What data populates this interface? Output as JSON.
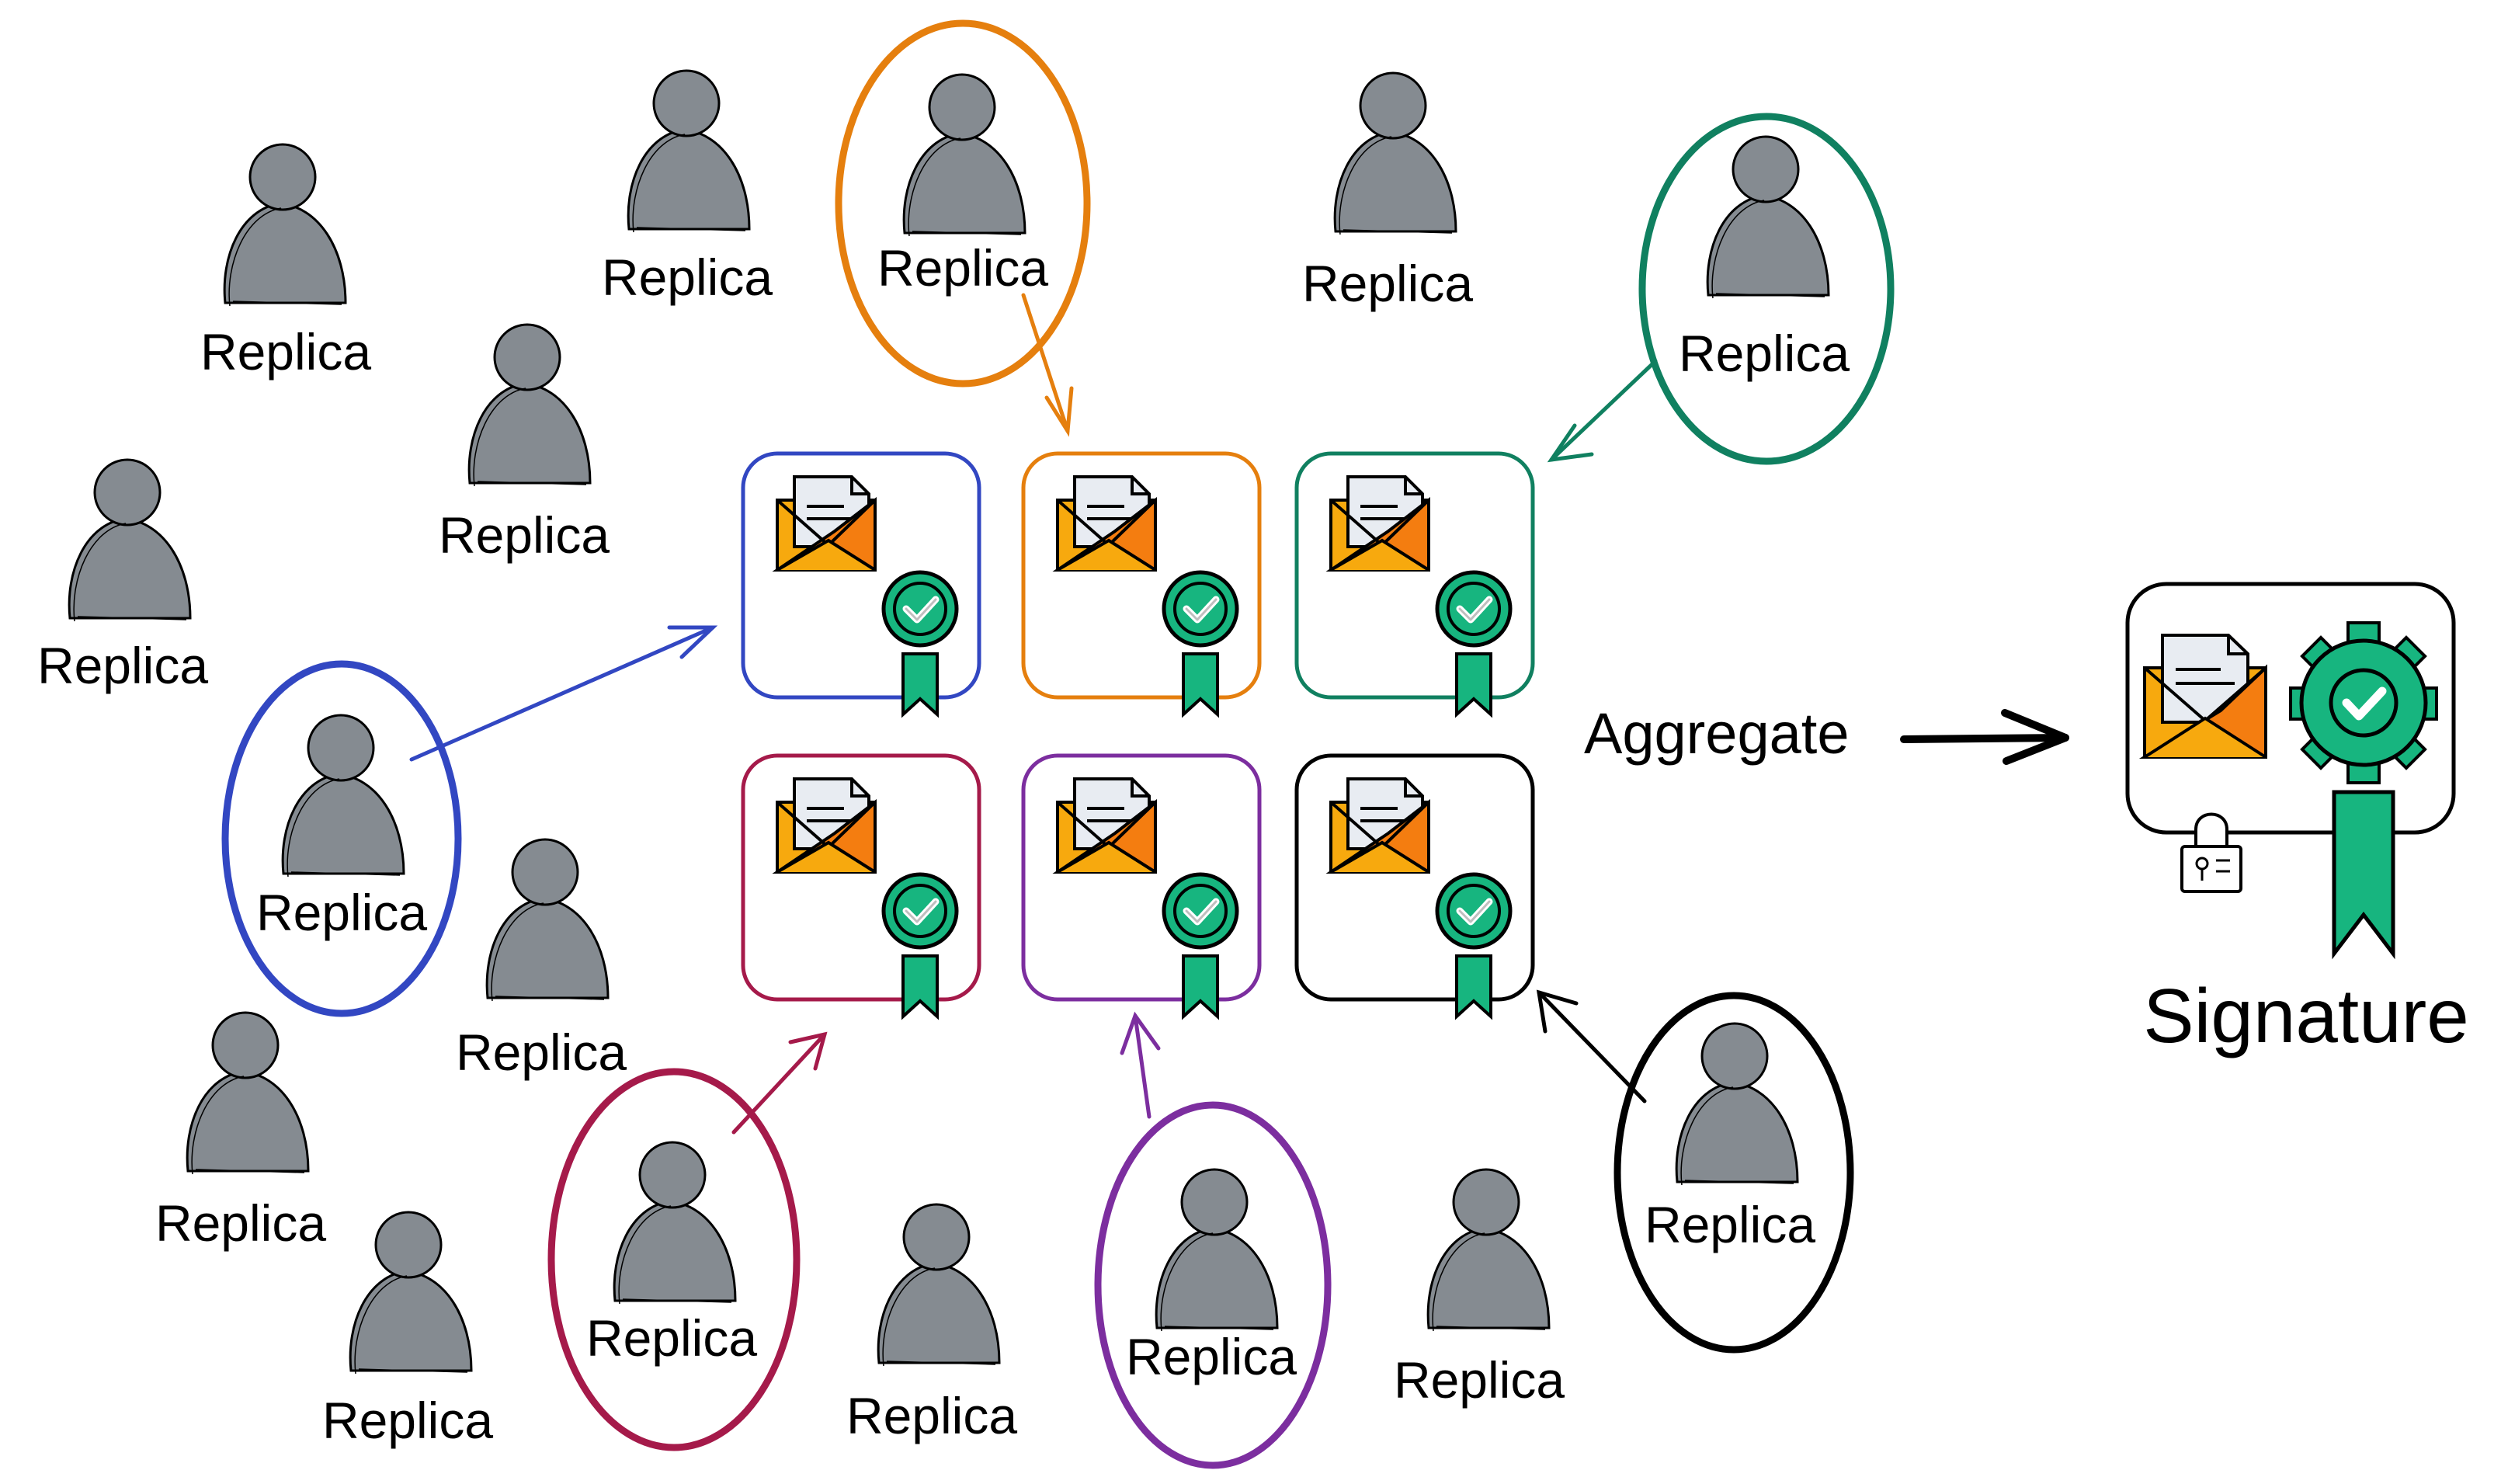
{
  "replica_label": "Replica",
  "aggregate_label": "Aggregate",
  "signature_label": "Signature",
  "colors": {
    "blue": "#3247c2",
    "orange": "#e57f0e",
    "green": "#108060",
    "crimson": "#a51a4a",
    "purple": "#7c2e9f",
    "black": "#000000",
    "person": "#858b91",
    "envelope": "#f7a90e",
    "envelope_dark": "#f47d10",
    "paper": "#e8ecf2",
    "badge": "#17b57f"
  },
  "icons": {
    "replica": "person-icon",
    "message": "envelope-document-icon",
    "verified": "check-badge-icon",
    "ribbon": "ribbon-icon",
    "seal": "gear-seal-icon",
    "lock": "padlock-icon"
  }
}
